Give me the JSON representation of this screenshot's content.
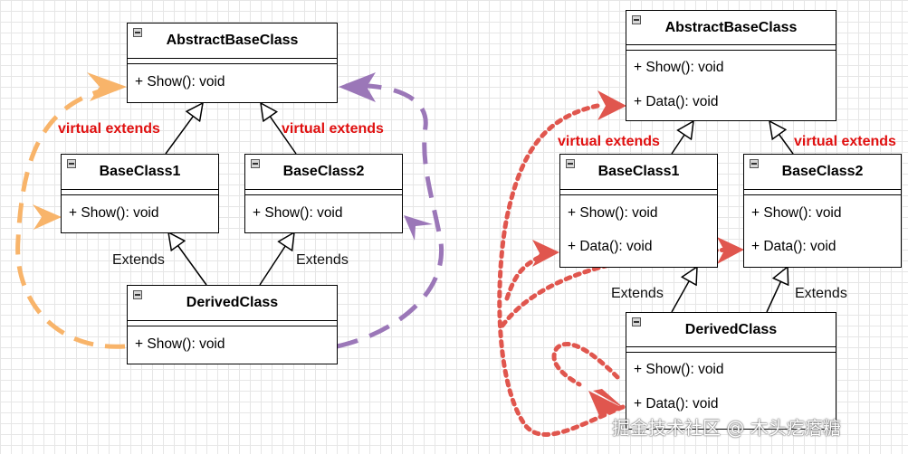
{
  "left": {
    "abstract_base": {
      "name": "AbstractBaseClass",
      "methods": [
        "+ Show(): void"
      ]
    },
    "base1": {
      "name": "BaseClass1",
      "methods": [
        "+ Show(): void"
      ]
    },
    "base2": {
      "name": "BaseClass2",
      "methods": [
        "+ Show(): void"
      ]
    },
    "derived": {
      "name": "DerivedClass",
      "methods": [
        "+ Show(): void"
      ]
    },
    "labels": {
      "virtual_left": "virtual extends",
      "virtual_right": "virtual extends",
      "extends_left": "Extends",
      "extends_right": "Extends"
    }
  },
  "right": {
    "abstract_base": {
      "name": "AbstractBaseClass",
      "methods": [
        "+ Show(): void",
        "+ Data(): void"
      ]
    },
    "base1": {
      "name": "BaseClass1",
      "methods": [
        "+ Show(): void",
        "+ Data(): void"
      ]
    },
    "base2": {
      "name": "BaseClass2",
      "methods": [
        "+ Show(): void",
        "+ Data(): void"
      ]
    },
    "derived": {
      "name": "DerivedClass",
      "methods": [
        "+ Show(): void",
        "+ Data(): void"
      ]
    },
    "labels": {
      "virtual_left": "virtual extends",
      "virtual_right": "virtual extends",
      "extends_left": "Extends",
      "extends_right": "Extends"
    }
  },
  "watermark": "掘金技术社区 @ 木头疙瘩糖",
  "colors": {
    "orange_arrow": "#f8b46a",
    "purple_arrow": "#9b77b8",
    "red_dotted_arrow": "#e0564e",
    "label_red": "#e01010"
  }
}
